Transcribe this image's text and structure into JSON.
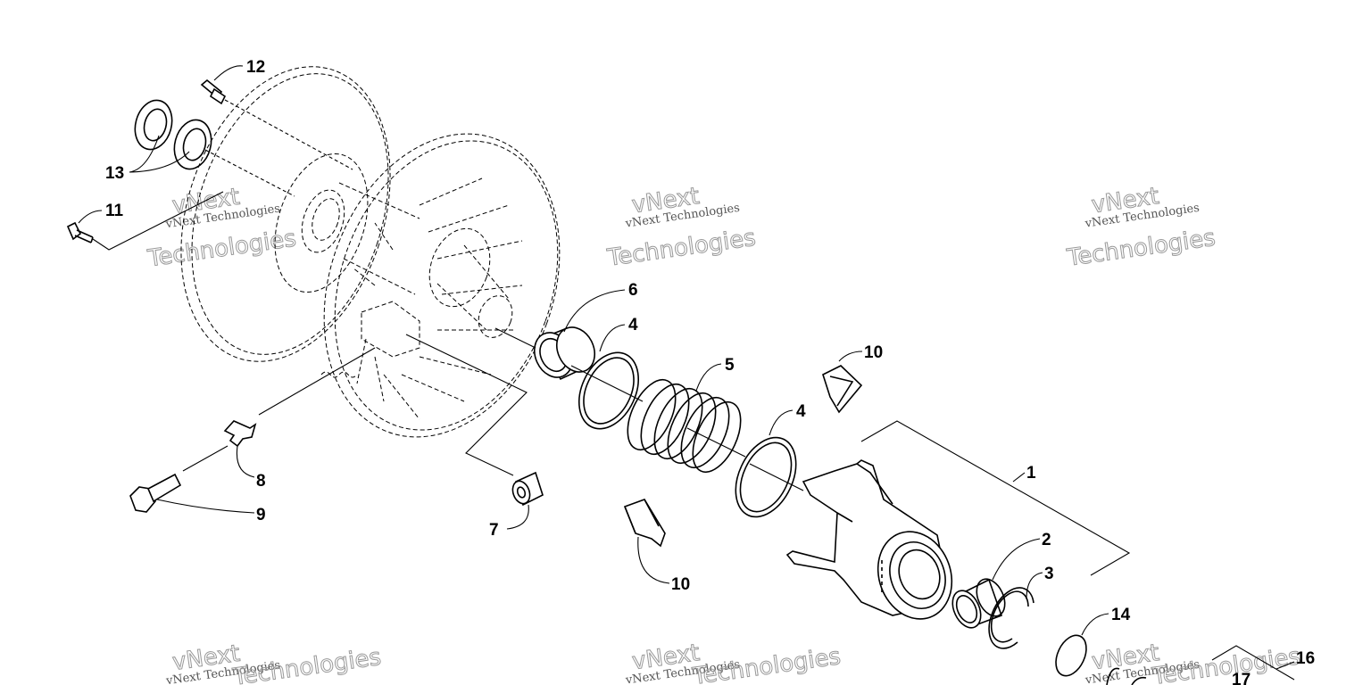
{
  "callouts": {
    "c1": "1",
    "c2": "2",
    "c3": "3",
    "c4a": "4",
    "c4b": "4",
    "c5": "5",
    "c6": "6",
    "c7": "7",
    "c8": "8",
    "c9": "9",
    "c10a": "10",
    "c10b": "10",
    "c11": "11",
    "c12": "12",
    "c13": "13",
    "c14": "14",
    "c16": "16",
    "c17": "17"
  },
  "watermark": {
    "brand": "vNext",
    "company": "vNext Technologies",
    "word": "Technologies"
  },
  "colors": {
    "line": "#000000",
    "background": "#ffffff",
    "watermark": "#999999"
  }
}
